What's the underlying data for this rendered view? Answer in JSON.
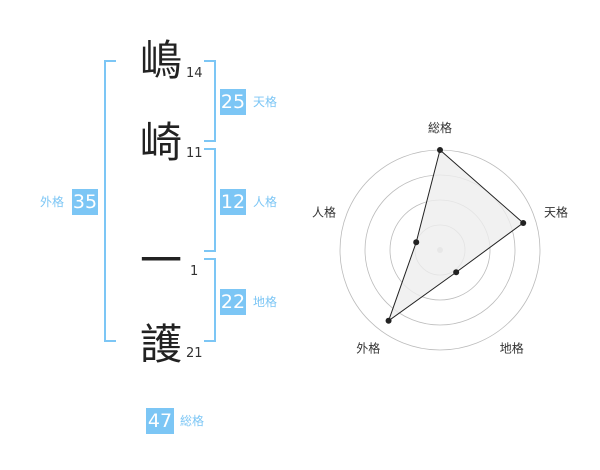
{
  "name": {
    "chars": [
      {
        "char": "嶋",
        "strokes": "14"
      },
      {
        "char": "崎",
        "strokes": "11"
      },
      {
        "char": "一",
        "strokes": "1"
      },
      {
        "char": "護",
        "strokes": "21"
      }
    ]
  },
  "kaku": {
    "tenkaku": {
      "value": "25",
      "label": "天格"
    },
    "jinkaku": {
      "value": "12",
      "label": "人格"
    },
    "chikaku": {
      "value": "22",
      "label": "地格"
    },
    "gaikaku": {
      "value": "35",
      "label": "外格"
    },
    "soukaku": {
      "value": "47",
      "label": "総格"
    }
  },
  "colors": {
    "accent": "#7cc6f5",
    "text": "#222222",
    "grid": "#bbbbbb"
  },
  "chart_data": {
    "type": "radar",
    "axes": [
      "総格",
      "天格",
      "地格",
      "外格",
      "人格"
    ],
    "values": [
      4,
      3.5,
      1.1,
      3.5,
      1.0
    ],
    "rmax": 4,
    "rings": 4
  }
}
